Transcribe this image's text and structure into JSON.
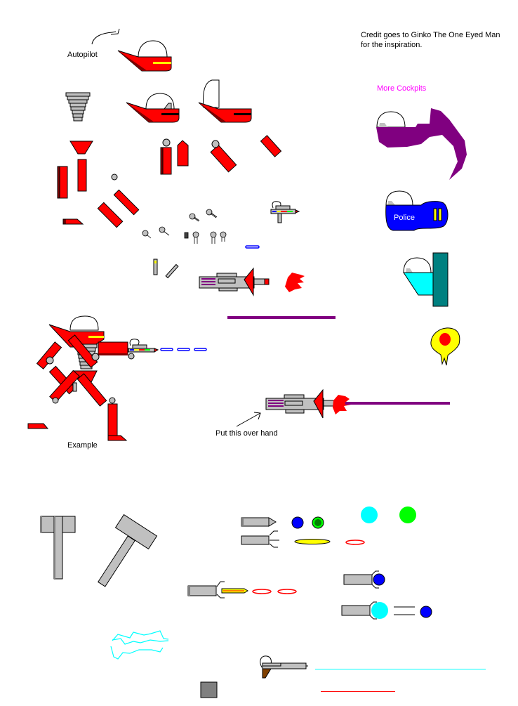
{
  "labels": {
    "autopilot": "Autopilot",
    "credit_line1": "Credit goes to Ginko The One Eyed Man",
    "credit_line2": "for the inspiration.",
    "more_cockpits": "More Cockpits",
    "police": "Police",
    "example": "Example",
    "put_over_hand": "Put this over hand"
  },
  "colors": {
    "red": "#ff0000",
    "dark_red": "#800000",
    "gray": "#c0c0c0",
    "dark_gray": "#808080",
    "purple": "#800080",
    "blue": "#0000ff",
    "cyan": "#00ffff",
    "teal": "#008080",
    "yellow": "#ffff00",
    "green": "#00ff00",
    "magenta": "#ff00ff",
    "brown": "#804000"
  },
  "sprites": [
    "autopilot-cockpit",
    "torso-coil",
    "cockpit-closed",
    "cockpit-open",
    "purple-cockpit",
    "pelvis",
    "leg-segments",
    "arm-segments",
    "joint-balls",
    "hands",
    "blaster-pistol",
    "police-cockpit",
    "laser-bolt-blue",
    "cyan-cockpit",
    "rocket-launcher",
    "flame-burst",
    "purple-beam",
    "explosion-splat",
    "robot-example",
    "hammer-upright",
    "hammer-tilted",
    "drill-tools",
    "energy-orbs",
    "lightning-bolt",
    "rifle",
    "gray-block",
    "cyan-beam",
    "red-beam"
  ]
}
